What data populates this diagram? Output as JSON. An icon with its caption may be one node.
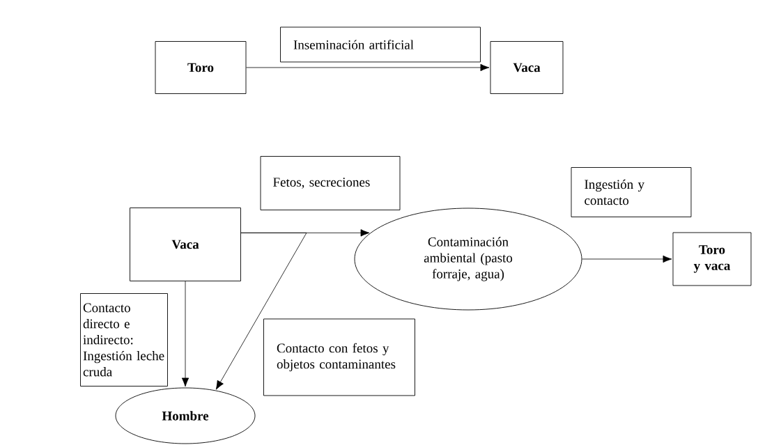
{
  "diagram": {
    "nodes": [
      {
        "text": [
          "Toro"
        ]
      },
      {
        "text": [
          "Inseminación artificial"
        ]
      },
      {
        "text": [
          "Vaca"
        ]
      },
      {
        "text": [
          "Fetos, secreciones"
        ]
      },
      {
        "text": [
          "Ingestión y contacto"
        ]
      },
      {
        "text": [
          "Vaca"
        ]
      },
      {
        "text": [
          "Contaminación ambiental (pasto forraje, agua)"
        ]
      },
      {
        "text": [
          "Toro y vaca"
        ]
      },
      {
        "text": [
          "Contacto directo e indirecto: Ingestión leche cruda"
        ]
      },
      {
        "text": [
          "Contacto con fetos y objetos contaminantes"
        ]
      },
      {
        "text": [
          "Hombre"
        ]
      }
    ],
    "edges": [
      {
        "from": 0,
        "to": 2,
        "arrow": "to"
      },
      {
        "from": 5,
        "to": 6,
        "arrow": "to"
      },
      {
        "from": 5,
        "to": 10,
        "arrow": "to"
      },
      {
        "from": 5,
        "to": 10,
        "arrow": "to"
      },
      {
        "from": 6,
        "to": 7,
        "arrow": "to"
      }
    ]
  }
}
